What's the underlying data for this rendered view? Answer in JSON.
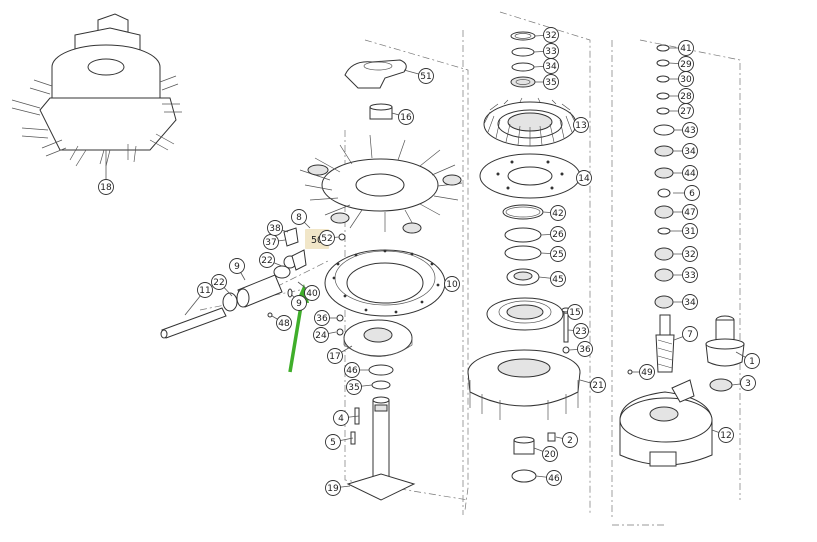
{
  "drawing": {
    "highlight": {
      "label": "50",
      "color": "#f1e6c8"
    },
    "pointer": {
      "color": "#3fae2a",
      "icon": "arrow-up-right"
    },
    "callouts": [
      {
        "n": "1",
        "style": "circle"
      },
      {
        "n": "2",
        "style": "circle"
      },
      {
        "n": "3",
        "style": "circle"
      },
      {
        "n": "4",
        "style": "circle"
      },
      {
        "n": "5",
        "style": "circle"
      },
      {
        "n": "6",
        "style": "circle"
      },
      {
        "n": "7",
        "style": "circle"
      },
      {
        "n": "8",
        "style": "circle"
      },
      {
        "n": "9",
        "style": "circle"
      },
      {
        "n": "9",
        "style": "circle"
      },
      {
        "n": "10",
        "style": "circle"
      },
      {
        "n": "11",
        "style": "circle"
      },
      {
        "n": "12",
        "style": "circle"
      },
      {
        "n": "13",
        "style": "circle"
      },
      {
        "n": "14",
        "style": "circle"
      },
      {
        "n": "15",
        "style": "circle"
      },
      {
        "n": "16",
        "style": "circle"
      },
      {
        "n": "17",
        "style": "circle"
      },
      {
        "n": "18",
        "style": "circle"
      },
      {
        "n": "19",
        "style": "circle"
      },
      {
        "n": "20",
        "style": "circle"
      },
      {
        "n": "21",
        "style": "circle"
      },
      {
        "n": "22",
        "style": "circle"
      },
      {
        "n": "22",
        "style": "circle"
      },
      {
        "n": "23",
        "style": "circle"
      },
      {
        "n": "24",
        "style": "circle"
      },
      {
        "n": "25",
        "style": "circle"
      },
      {
        "n": "26",
        "style": "circle"
      },
      {
        "n": "27",
        "style": "circle"
      },
      {
        "n": "28",
        "style": "circle"
      },
      {
        "n": "29",
        "style": "circle"
      },
      {
        "n": "30",
        "style": "circle"
      },
      {
        "n": "31",
        "style": "circle"
      },
      {
        "n": "32",
        "style": "circle"
      },
      {
        "n": "32",
        "style": "circle"
      },
      {
        "n": "33",
        "style": "circle"
      },
      {
        "n": "33",
        "style": "circle"
      },
      {
        "n": "34",
        "style": "circle"
      },
      {
        "n": "34",
        "style": "circle"
      },
      {
        "n": "34",
        "style": "circle"
      },
      {
        "n": "35",
        "style": "circle"
      },
      {
        "n": "35",
        "style": "circle"
      },
      {
        "n": "36",
        "style": "circle"
      },
      {
        "n": "36",
        "style": "circle"
      },
      {
        "n": "37",
        "style": "circle"
      },
      {
        "n": "38",
        "style": "circle"
      },
      {
        "n": "40",
        "style": "circle"
      },
      {
        "n": "41",
        "style": "circle"
      },
      {
        "n": "42",
        "style": "circle"
      },
      {
        "n": "43",
        "style": "circle"
      },
      {
        "n": "44",
        "style": "circle"
      },
      {
        "n": "45",
        "style": "circle"
      },
      {
        "n": "46",
        "style": "circle"
      },
      {
        "n": "46",
        "style": "circle"
      },
      {
        "n": "47",
        "style": "circle"
      },
      {
        "n": "48",
        "style": "circle"
      },
      {
        "n": "49",
        "style": "circle"
      },
      {
        "n": "51",
        "style": "circle"
      },
      {
        "n": "52",
        "style": "circle"
      }
    ]
  }
}
